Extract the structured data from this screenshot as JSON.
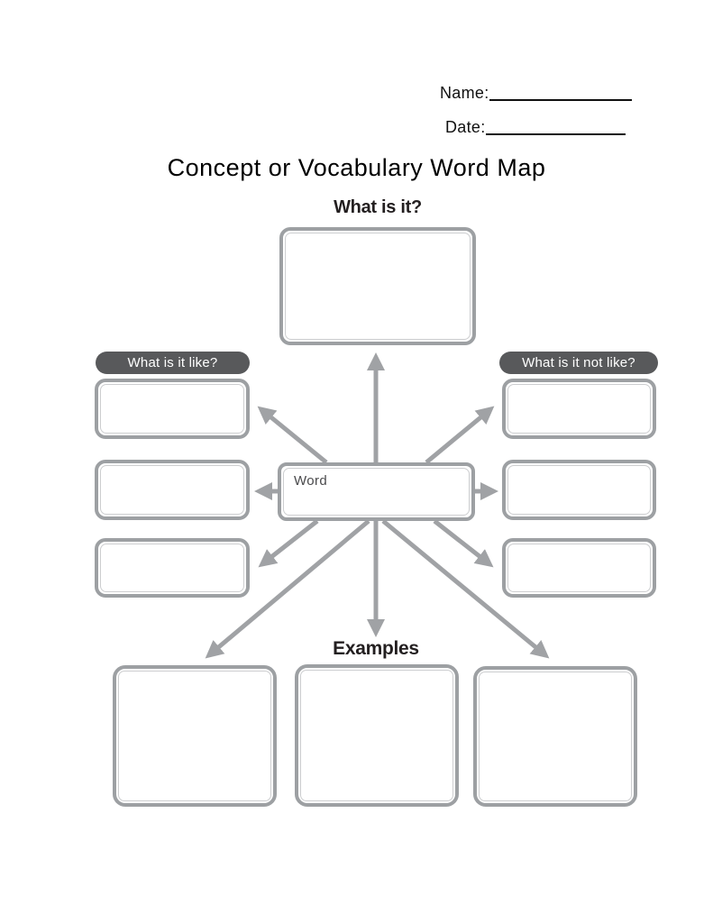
{
  "header": {
    "name_label": "Name:",
    "date_label": "Date:"
  },
  "title": "Concept or Vocabulary Word Map",
  "map": {
    "top_heading": "What is it?",
    "left_heading": "What is it like?",
    "right_heading": "What is it not like?",
    "center_label": "Word",
    "bottom_heading": "Examples",
    "like_boxes": [
      "",
      "",
      ""
    ],
    "not_like_boxes": [
      "",
      "",
      ""
    ],
    "example_boxes": [
      "",
      "",
      ""
    ],
    "what_is_it_box": ""
  },
  "colors": {
    "box_border": "#9da0a3",
    "box_inner_line": "#cdced0",
    "pill_background": "#58595b",
    "pill_text": "#ffffff",
    "arrow": "#a0a2a5",
    "heading_text": "#231f20",
    "title_text": "#000000"
  }
}
